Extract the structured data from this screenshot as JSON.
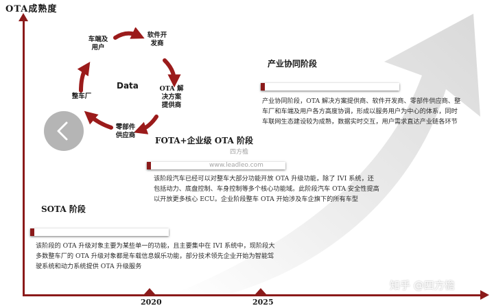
{
  "axis": {
    "y_title": "OTA成熟度",
    "years": [
      "2020",
      "2025"
    ]
  },
  "cycle": {
    "center": "Data",
    "nodes": [
      {
        "label": "车端及\n用户"
      },
      {
        "label": "软件开\n发商"
      },
      {
        "label": "OTA 解\n决方案\n提供商"
      },
      {
        "label": "零部件\n供应商"
      },
      {
        "label": "整车厂"
      }
    ]
  },
  "stages": [
    {
      "title": "SOTA 阶段",
      "description": "该阶段的 OTA 升级对象主要为某些单一的功能，且主要集中在 IVI 系统中，现阶段大多数整车厂的 OTA 升级对象都是车载信息娱乐功能，部分技术领先企业开始为智能驾驶系统和动力系统提供 OTA 升级服务"
    },
    {
      "title": "FOTA+企业级 OTA 阶段",
      "description": "该阶段汽车已经可以对整车大部分功能开放 OTA 升级功能，除了 IVI 系统，还包括动力、底盘控制、车身控制等多个核心功能域。此阶段汽车 OTA 安全性提高以开放更多核心 ECU。企业阶段整车 OTA 开始涉及车企旗下的所有车型"
    },
    {
      "title": "产业协同阶段",
      "description": "产业协同阶段，OTA 解决方案提供商、软件开发商、零部件供应商、整车厂和车端及用户各方高度协调，形成以服务用户为中心的体系，同时车联网生态建设较为成熟，数据实时交互，用户需求直达产业链各环节"
    }
  ],
  "watermarks": {
    "brand": "四方檐",
    "site": "www.leadleo.com",
    "zhihu": "知乎 @四方檐"
  },
  "colors": {
    "accent": "#8b1a1a",
    "sweep": "#e6e6e6"
  }
}
